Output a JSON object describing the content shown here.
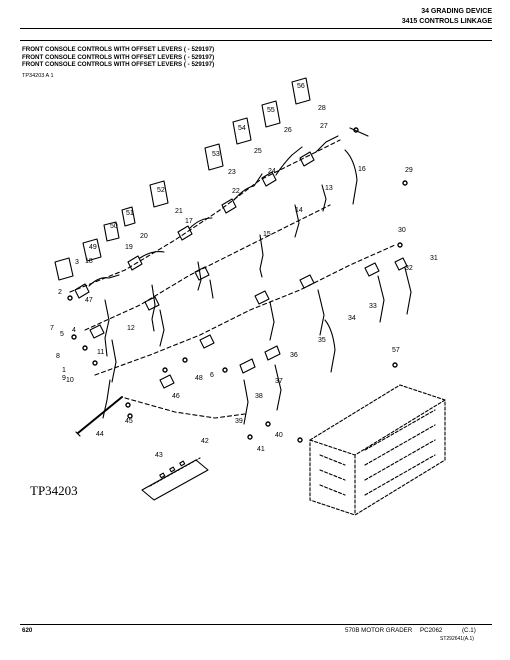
{
  "header": {
    "section": "34 GRADING DEVICE",
    "subsection": "3415 CONTROLS LINKAGE"
  },
  "titles": [
    "FRONT CONSOLE CONTROLS WITH OFFSET LEVERS ( - 529197)",
    "FRONT CONSOLE CONTROLS WITH OFFSET LEVERS ( - 529197)",
    "FRONT CONSOLE CONTROLS WITH OFFSET LEVERS ( - 529197)"
  ],
  "figure_ref": "TP34203 A 1",
  "figure_label": "TP34203",
  "callouts": [
    "1",
    "2",
    "3",
    "4",
    "5",
    "6",
    "7",
    "8",
    "9",
    "10",
    "11",
    "12",
    "13",
    "14",
    "15",
    "16",
    "17",
    "18",
    "19",
    "20",
    "21",
    "22",
    "23",
    "24",
    "25",
    "26",
    "27",
    "28",
    "29",
    "30",
    "31",
    "32",
    "33",
    "34",
    "35",
    "36",
    "37",
    "38",
    "39",
    "40",
    "41",
    "42",
    "43",
    "44",
    "45",
    "46",
    "47",
    "48",
    "49",
    "50",
    "51",
    "52",
    "53",
    "54",
    "55",
    "56",
    "57"
  ],
  "footer": {
    "page": "620",
    "model": "570B MOTOR GRADER",
    "catalog": "PC2062",
    "revision": "(C.1)",
    "code": "ST292641(A.1)"
  }
}
